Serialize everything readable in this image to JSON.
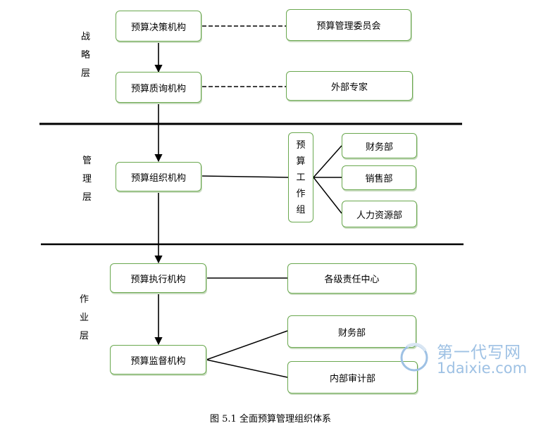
{
  "layers": {
    "strategy": [
      "战",
      "略",
      "层"
    ],
    "management": [
      "管",
      "理",
      "层"
    ],
    "operation": [
      "作",
      "业",
      "层"
    ]
  },
  "nodes": {
    "decision": "预算决策机构",
    "committee": "预算管理委员会",
    "consult": "预算质询机构",
    "experts": "外部专家",
    "organize": "预算组织机构",
    "workgroup": [
      "预",
      "算",
      "工",
      "作",
      "组"
    ],
    "finance1": "财务部",
    "sales": "销售部",
    "hr": "人力资源部",
    "execute": "预算执行机构",
    "responsibility": "各级责任中心",
    "supervise": "预算监督机构",
    "finance2": "财务部",
    "audit": "内部审计部"
  },
  "caption": "图 5.1    全面预算管理组织体系",
  "watermark": {
    "line1": "第一代写网",
    "line2": "1daixie.com"
  }
}
